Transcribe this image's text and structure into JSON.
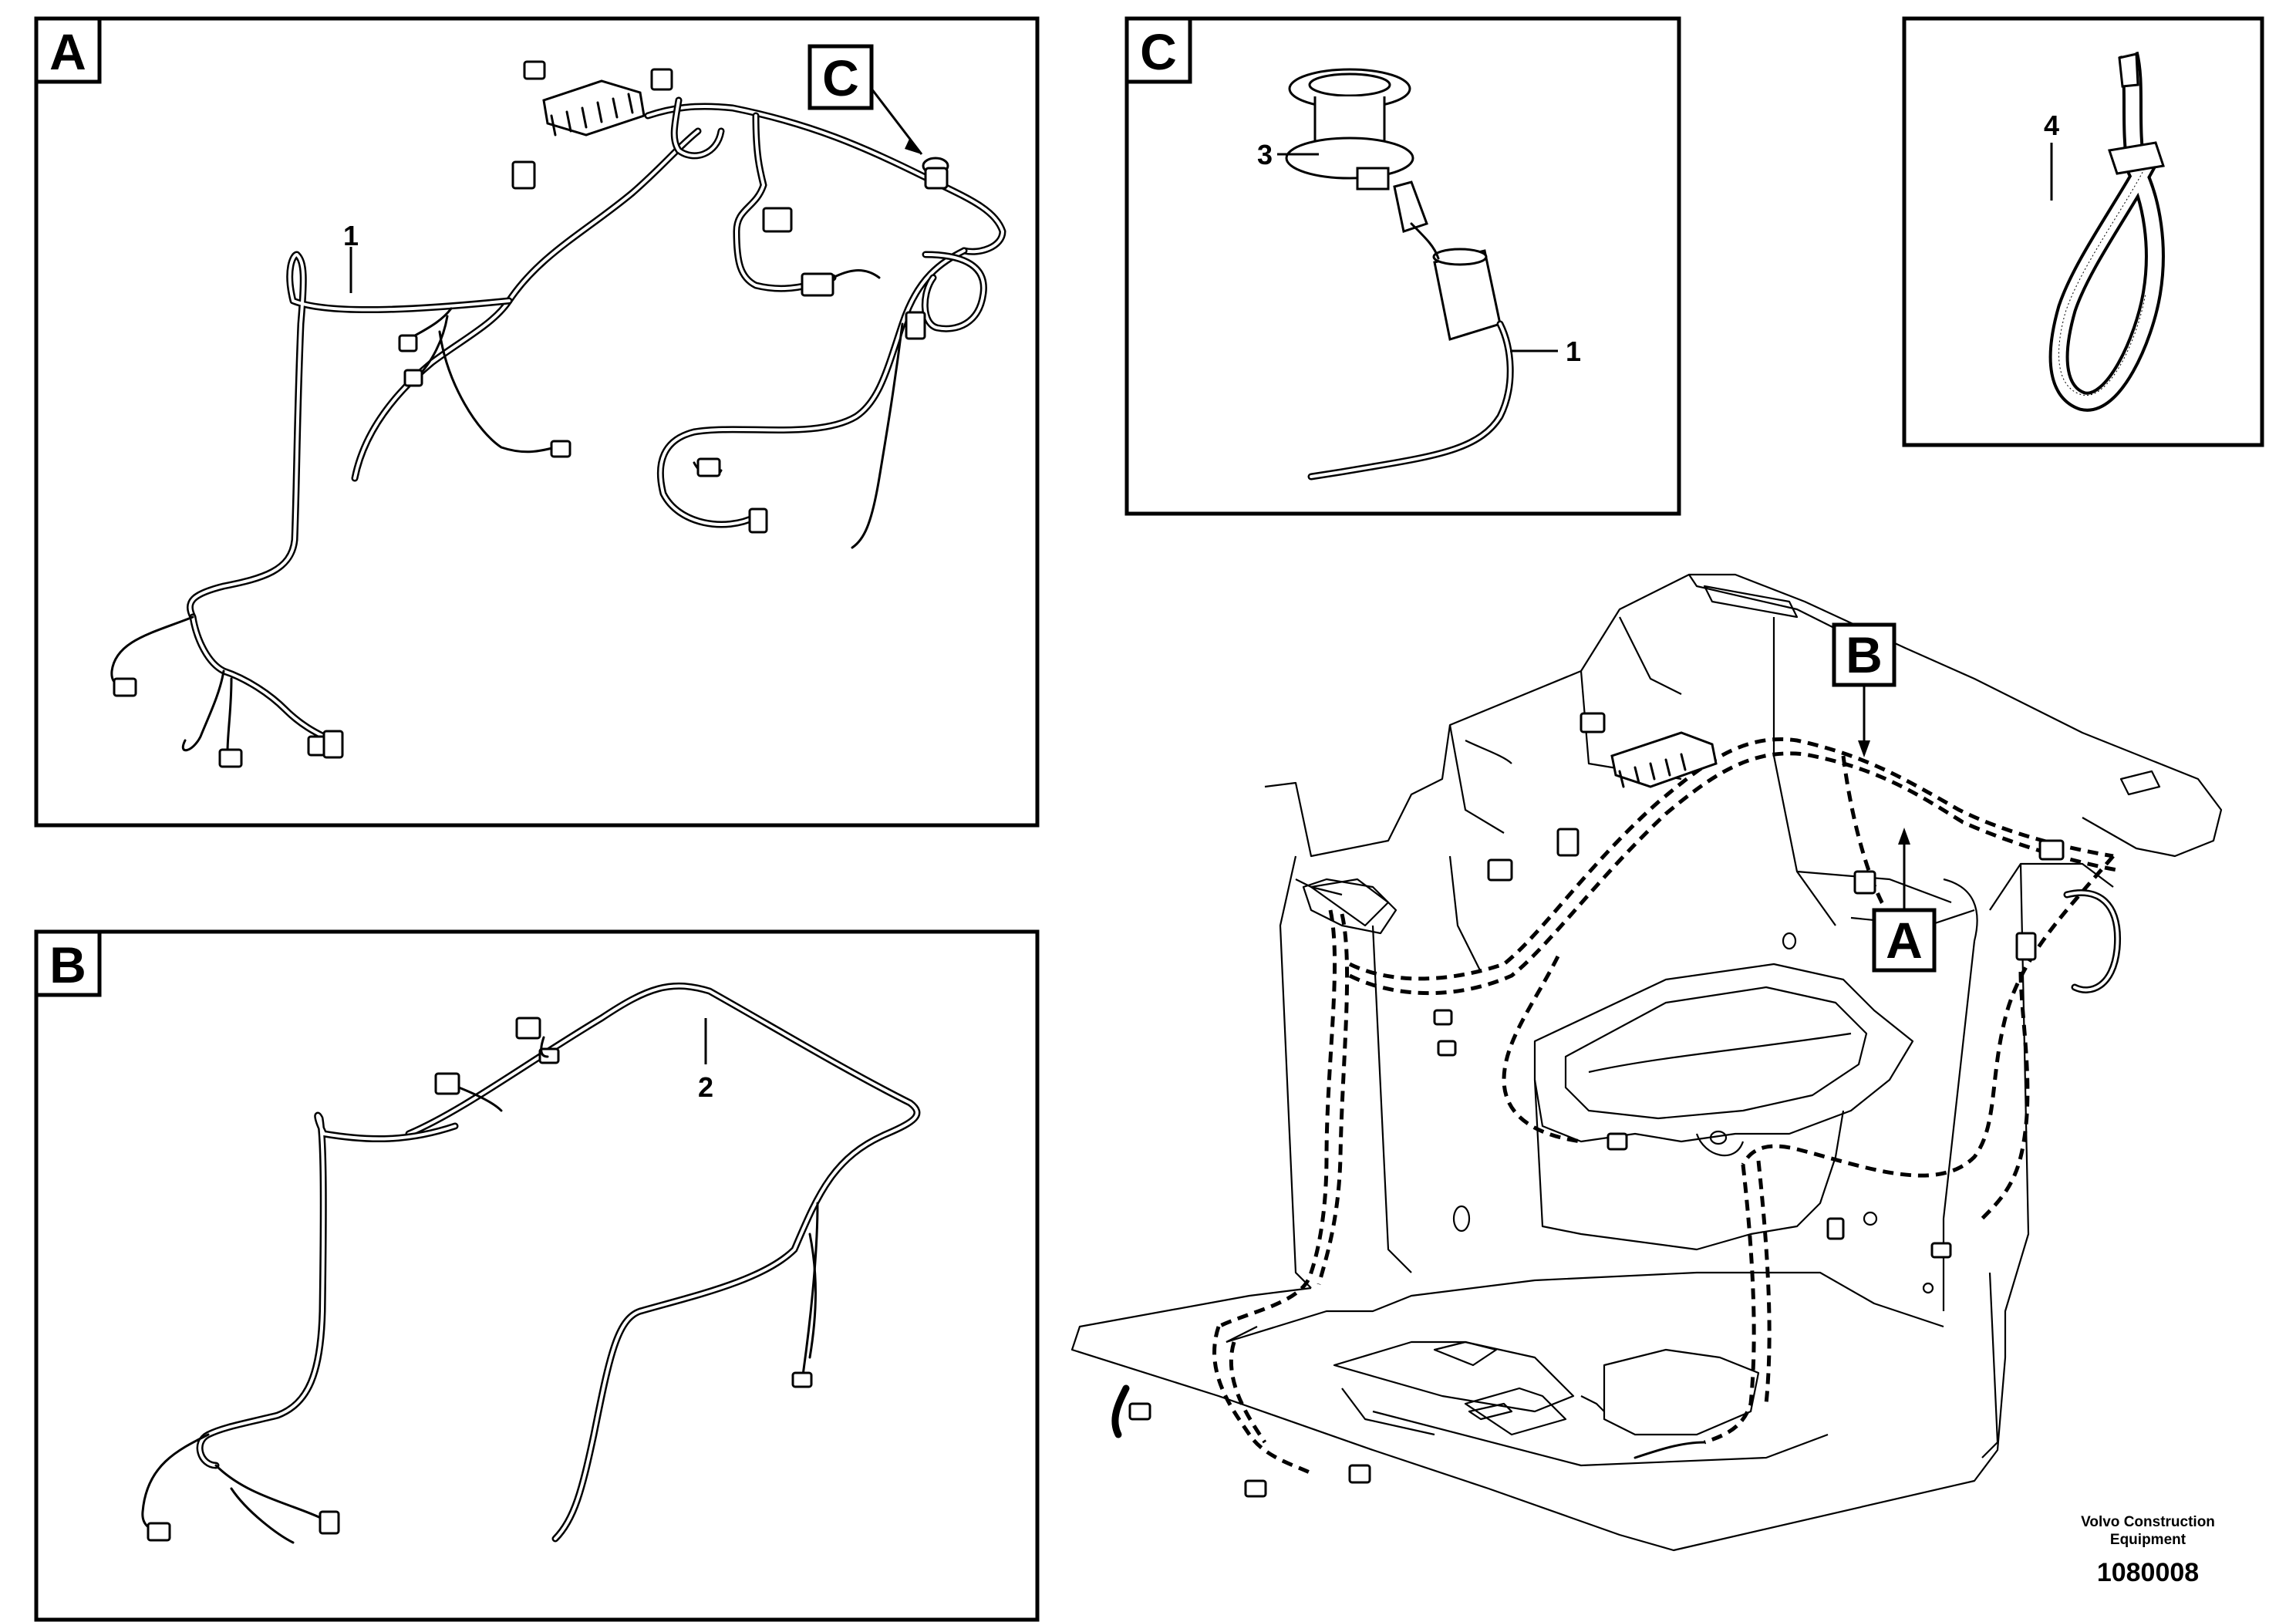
{
  "panels": {
    "a": {
      "tag": "A",
      "callouts": {
        "harness": "1",
        "detail_ref": "C"
      }
    },
    "b": {
      "tag": "B",
      "callouts": {
        "harness": "2"
      }
    },
    "c": {
      "tag": "C",
      "callouts": {
        "socket": "3",
        "harness": "1"
      }
    },
    "tie": {
      "callouts": {
        "cable_tie": "4"
      }
    },
    "overview": {
      "markers": {
        "b": "B",
        "a": "A"
      }
    }
  },
  "footer": {
    "brand_line1": "Volvo Construction",
    "brand_line2": "Equipment",
    "figure_code": "1080008"
  }
}
